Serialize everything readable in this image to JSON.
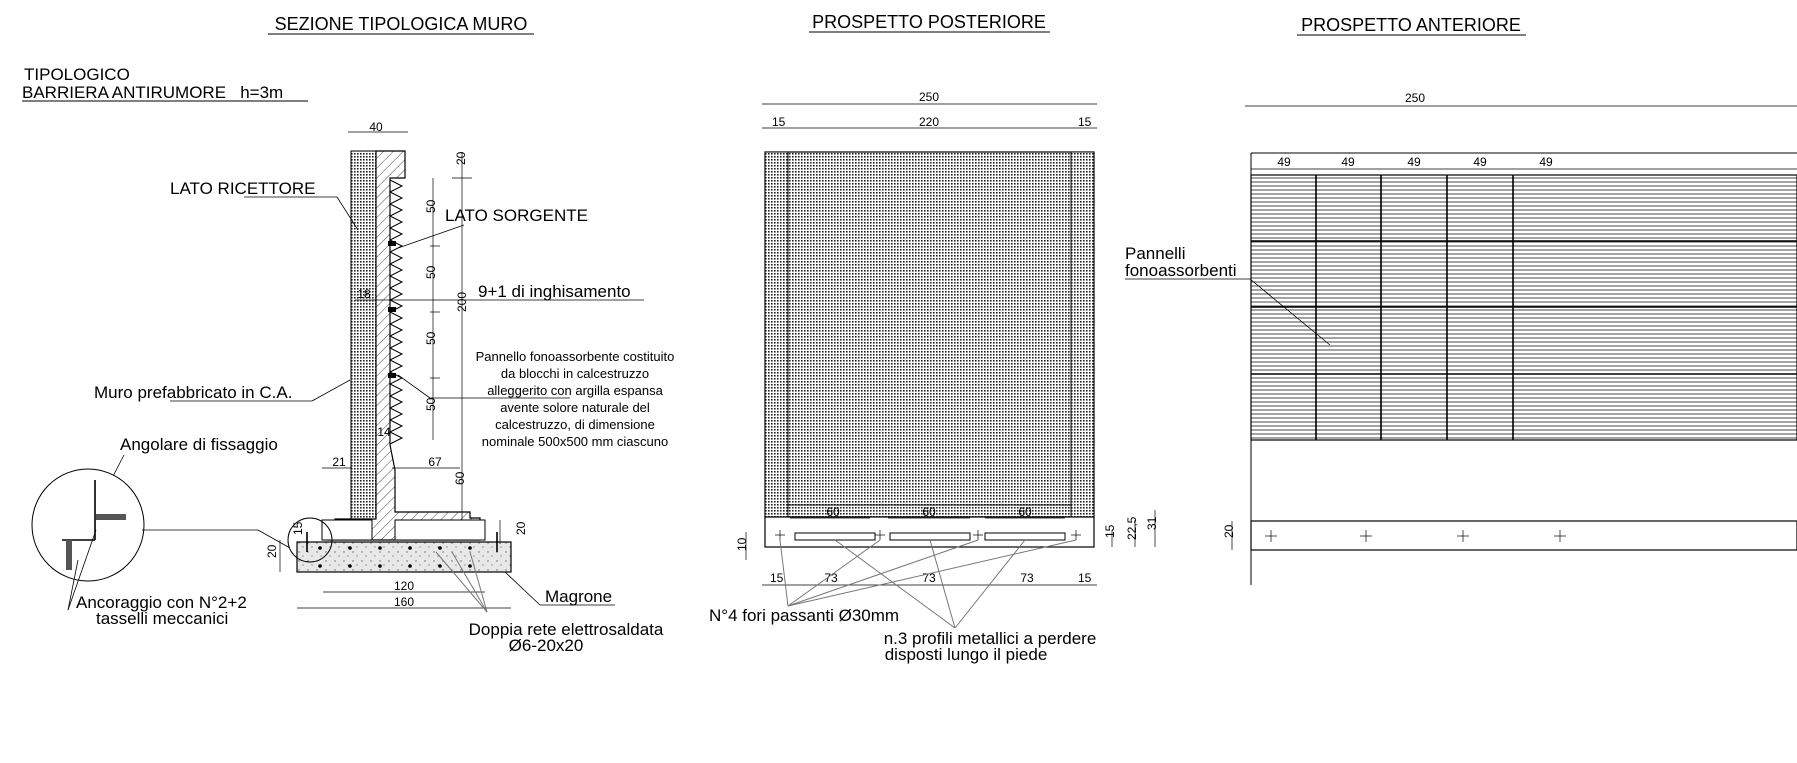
{
  "titles": {
    "section": "SEZIONE TIPOLOGICA MURO",
    "rear": "PROSPETTO POSTERIORE",
    "front": "PROSPETTO ANTERIORE"
  },
  "typology": {
    "line1": "TIPOLOGICO",
    "line2": "BARRIERA ANTIRUMORE   h=3m"
  },
  "section_labels": {
    "lato_ricettore": "LATO RICETTORE",
    "lato_sorgente": "LATO SORGENTE",
    "inghisamento": "9+1 di inghisamento",
    "muro": "Muro prefabbricato in C.A.",
    "angolare": "Angolare di fissaggio",
    "ancoraggio_1": "Ancoraggio con N°2+2",
    "ancoraggio_2": "tasselli meccanici",
    "magrone": "Magrone",
    "rete_1": "Doppia rete elettrosaldata",
    "rete_2": "Ø6-20x20",
    "pannello": [
      "Pannello fonoassorbente costituito",
      "da blocchi in calcestruzzo",
      "alleggerito con argilla espansa",
      "avente solore naturale del",
      "calcestruzzo, di dimensione",
      "nominale 500x500 mm ciascuno"
    ]
  },
  "section_dims": {
    "top": "40",
    "d20_top": "20",
    "d50": "50",
    "d200": "200",
    "d18": "18",
    "d14": "14",
    "d21": "21",
    "d67": "67",
    "d60": "60",
    "d20_r": "20",
    "d15": "15",
    "d20_l": "20",
    "d120": "120",
    "d160": "160"
  },
  "rear_labels": {
    "fori": "N°4 fori passanti Ø30mm",
    "profili_1": "n.3 profili metallici a perdere",
    "profili_2": "disposti lungo il piede"
  },
  "rear_dims": {
    "overall": "250",
    "left15": "15",
    "mid220": "220",
    "right15": "15",
    "slot60": "60",
    "d10": "10",
    "d15b": "15",
    "d22_5": "22,5",
    "d31": "31",
    "bottom15": "15",
    "bottom73": "73"
  },
  "front_labels": {
    "pannelli_1": "Pannelli",
    "pannelli_2": "fonoassorbenti"
  },
  "front_dims": {
    "overall": "250",
    "module": "49",
    "d20": "20"
  }
}
